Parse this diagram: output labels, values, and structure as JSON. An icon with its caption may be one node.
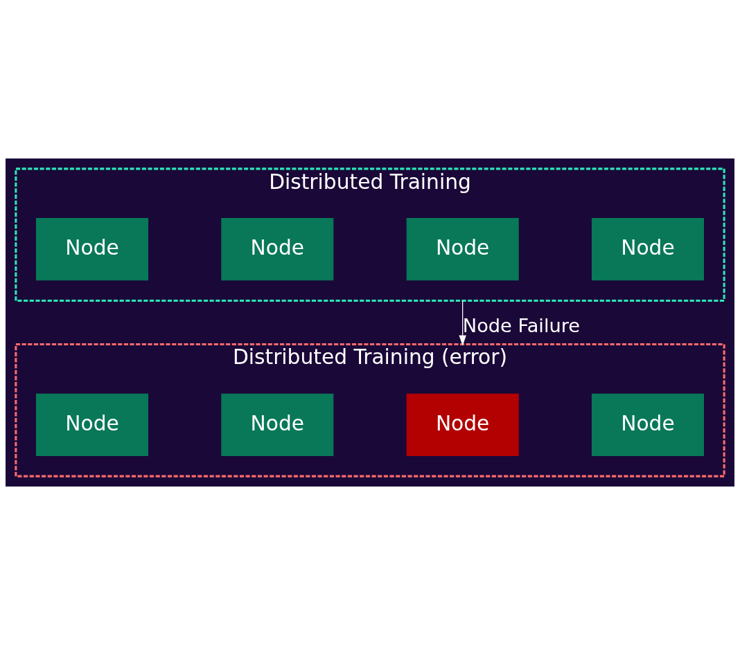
{
  "diagram": {
    "nodes": [
      {
        "text": [
          "Distributed Training"
        ]
      },
      {
        "text": [
          "Node"
        ],
        "in": 0
      },
      {
        "text": [
          "Node"
        ],
        "in": 0
      },
      {
        "text": [
          "Node"
        ],
        "in": 0
      },
      {
        "text": [
          "Node"
        ],
        "in": 0
      },
      {
        "text": [
          "Distributed Training (error)"
        ]
      },
      {
        "text": [
          "Node"
        ],
        "in": 5
      },
      {
        "text": [
          "Node"
        ],
        "in": 5
      },
      {
        "text": [
          "Node"
        ],
        "in": 5
      },
      {
        "text": [
          "Node"
        ],
        "in": 5
      }
    ],
    "edges": [
      {
        "from": 0,
        "to": 5,
        "arrow": "to",
        "label": "Node Failure"
      }
    ]
  }
}
